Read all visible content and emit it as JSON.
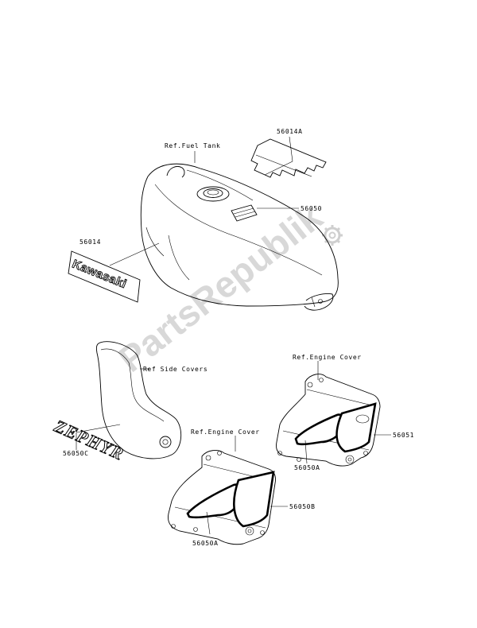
{
  "watermark": "PartsRepublik",
  "labels": {
    "ref_fuel_tank": "Ref.Fuel Tank",
    "p56014a": "56014A",
    "p56050": "56050",
    "p56014": "56014",
    "ref_side_covers": "Ref Side Covers",
    "p56050c": "56050C",
    "ref_engine_cover_right": "Ref.Engine Cover",
    "p56051": "56051",
    "p56050a_right": "56050A",
    "ref_engine_cover_left": "Ref.Engine Cover",
    "p56050b": "56050B",
    "p56050a_left": "56050A"
  },
  "decals": {
    "tank_logo": "Kawasaki",
    "side_logo": "ZEPHYR"
  },
  "icons": {
    "watermark_gear": "gear-icon"
  }
}
